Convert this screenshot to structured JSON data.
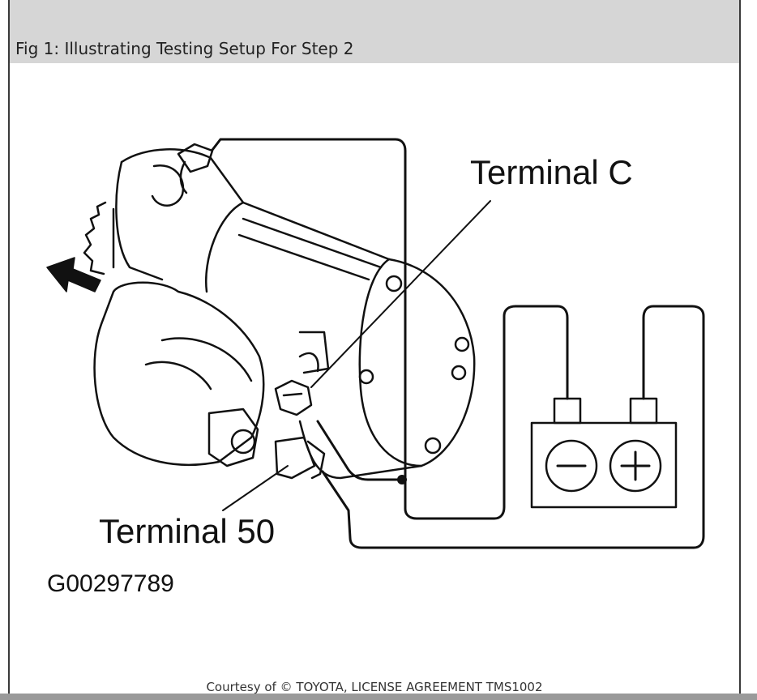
{
  "caption": "Fig 1: Illustrating Testing Setup For Step 2",
  "labels": {
    "terminal_c": "Terminal C",
    "terminal_50": "Terminal 50",
    "figure_code": "G00297789"
  },
  "battery": {
    "negative_symbol": "−",
    "positive_symbol": "+"
  },
  "courtesy": "Courtesy of © TOYOTA, LICENSE AGREEMENT TMS1002",
  "colors": {
    "caption_bar": "#d6d6d6",
    "line": "#111111"
  }
}
